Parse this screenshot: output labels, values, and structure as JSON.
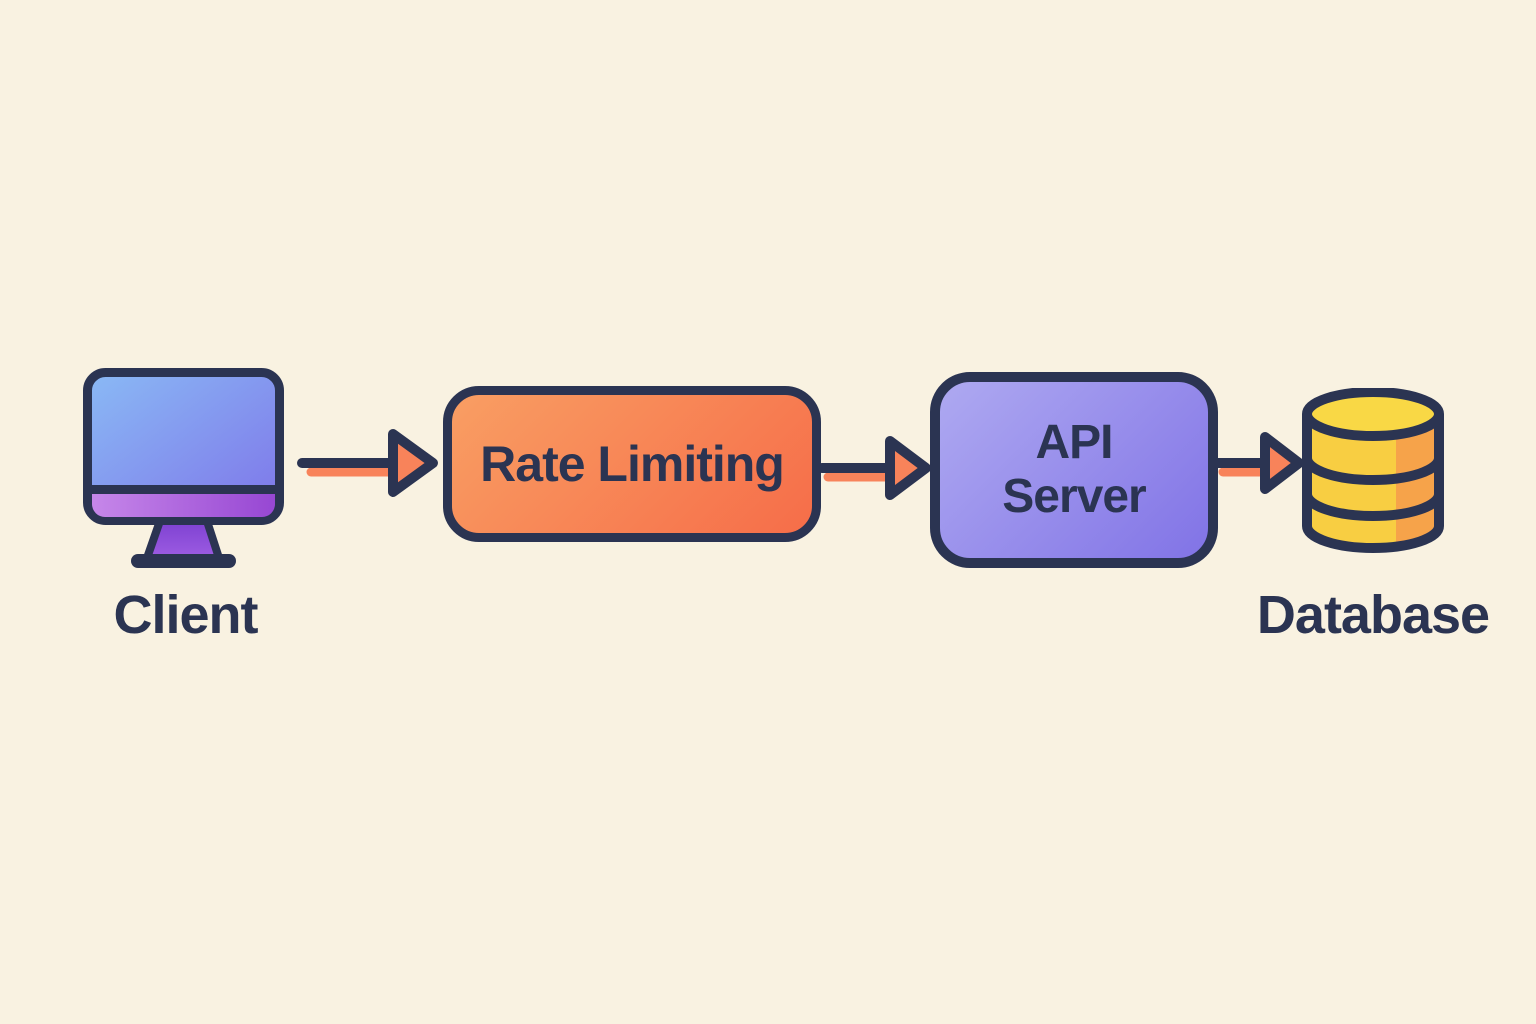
{
  "diagram": {
    "type": "flow-diagram",
    "nodes": {
      "client": {
        "label": "Client",
        "kind": "icon",
        "icon": "monitor-icon"
      },
      "rate_limiting": {
        "label": "Rate Limiting",
        "kind": "box",
        "fill": "orange-gradient"
      },
      "api_server": {
        "label": "API\nServer",
        "kind": "box",
        "fill": "purple-gradient"
      },
      "database": {
        "label": "Database",
        "kind": "icon",
        "icon": "database-cylinder-icon"
      }
    },
    "edges": [
      {
        "from": "client",
        "to": "rate_limiting",
        "style": "right-arrow"
      },
      {
        "from": "rate_limiting",
        "to": "api_server",
        "style": "right-arrow"
      },
      {
        "from": "api_server",
        "to": "database",
        "style": "right-arrow"
      }
    ]
  },
  "colors": {
    "bg": "#f9f2e1",
    "navy": "#2b3452",
    "orange-light": "#f99e63",
    "orange-dark": "#f66d49",
    "purple-light": "#aea9f1",
    "purple-dark": "#8173e6",
    "arrow-orange": "#f8835a",
    "screen-blue-light": "#8abaf5",
    "screen-blue-dark": "#7e74e9",
    "chin-purple-light": "#c687e9",
    "chin-purple-dark": "#9747d3",
    "stand-purple-light": "#9d5ce2",
    "stand-purple-dark": "#7b3fd0",
    "db-yellow": "#f8ce42",
    "db-yellow-light": "#f9d845",
    "db-orange": "#f6a34a"
  }
}
